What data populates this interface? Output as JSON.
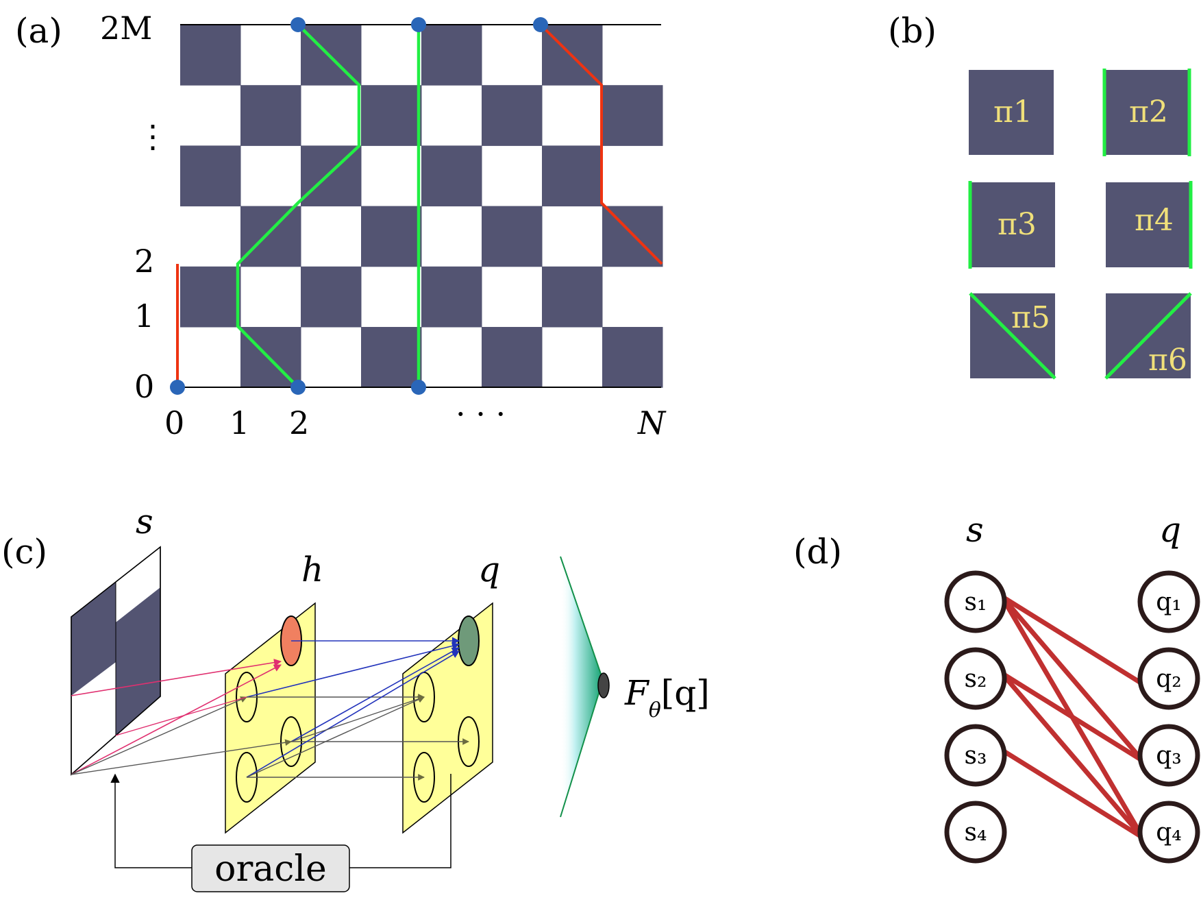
{
  "colors": {
    "dark_square": "#535472",
    "green_path": "#22ee44",
    "red_path": "#ee3311",
    "node_dot": "#2a66b8",
    "panel_yellow": "#ffff99",
    "red_edge": "#c03030",
    "pi_label": "#f0e07a",
    "hidden_red_node": "#f08060",
    "output_green_node": "#6f9a7a"
  },
  "panel_a": {
    "label": "(a)",
    "y_labels": {
      "top": "2M",
      "dots": "⋮",
      "two": "2",
      "one": "1",
      "zero": "0"
    },
    "x_labels": {
      "zero": "0",
      "one": "1",
      "two": "2",
      "dots": "· · ·",
      "n": "N"
    }
  },
  "panel_b": {
    "label": "(b)",
    "pieces": [
      "π1",
      "π2",
      "π3",
      "π4",
      "π5",
      "π6"
    ]
  },
  "panel_c": {
    "label": "(c)",
    "layer_s": "s",
    "layer_h": "h",
    "layer_q": "q",
    "output": "F",
    "output_sub": "θ",
    "output_arg": "[q]",
    "oracle": "oracle"
  },
  "panel_d": {
    "label": "(d)",
    "left_title": "s",
    "right_title": "q",
    "left_nodes": [
      "s₁",
      "s₂",
      "s₃",
      "s₄"
    ],
    "right_nodes": [
      "q₁",
      "q₂",
      "q₃",
      "q₄"
    ],
    "edges": [
      [
        1,
        2
      ],
      [
        1,
        3
      ],
      [
        1,
        4
      ],
      [
        2,
        3
      ],
      [
        2,
        4
      ],
      [
        3,
        4
      ]
    ]
  }
}
